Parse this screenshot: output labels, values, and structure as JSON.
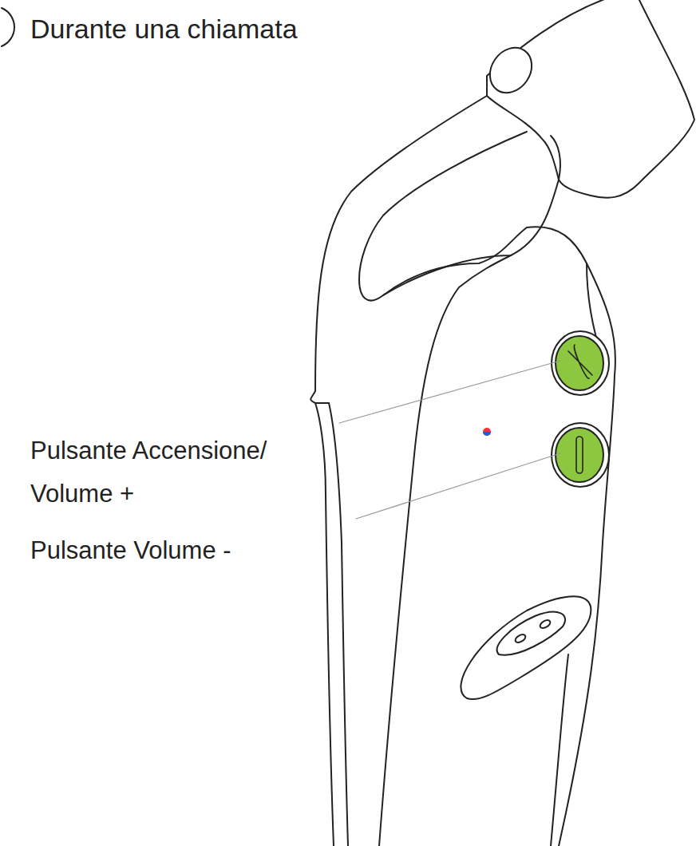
{
  "diagram": {
    "title": "Durante una chiamata",
    "labels": [
      "Pulsante Accensione/ Volume +",
      "Pulsante Volume -"
    ]
  }
}
